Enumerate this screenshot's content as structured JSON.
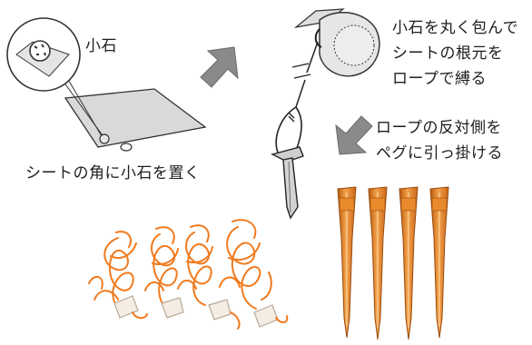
{
  "labels": {
    "pebble": "小石",
    "place_pebble": "シートの角に小石を置く",
    "wrap_step": [
      "小石を丸く包んで",
      "シートの根元を",
      "ロープで縛る"
    ],
    "hook_step": [
      "ロープの反対側を",
      "ペグに引っ掛ける"
    ]
  },
  "colors": {
    "rope": "#f07a1e",
    "peg": "#d9781c",
    "arrow": "#8a8a8a",
    "sheet": "#d9d9d9",
    "line": "#222222"
  },
  "items": {
    "rope_bundle_count": 4,
    "peg_count": 4
  }
}
